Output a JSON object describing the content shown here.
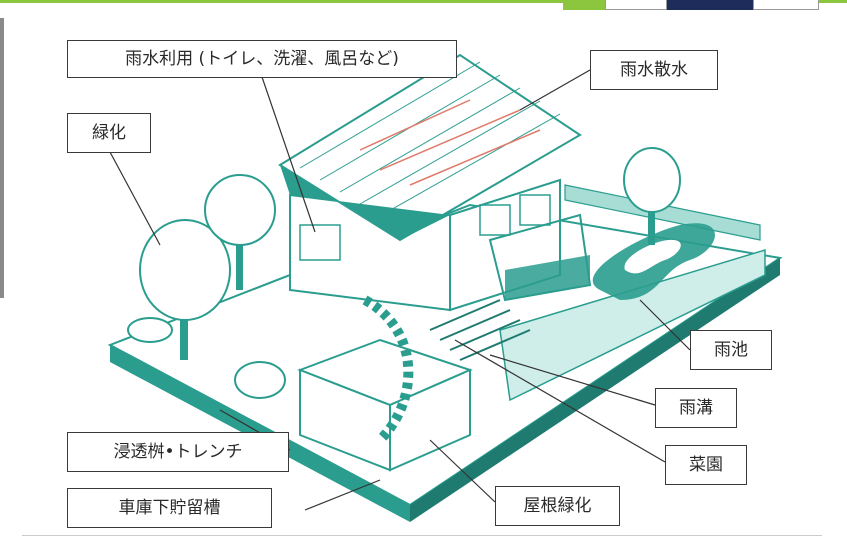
{
  "labels": {
    "rainwater_use": "雨水利用 (トイレ、洗濯、風呂など)",
    "rainwater_sprinkling": "雨水散水",
    "greening": "緑化",
    "rain_pond": "雨池",
    "rain_ditch": "雨溝",
    "vegetable_garden": "菜園",
    "infiltration": "浸透桝•トレンチ",
    "garage_storage": "車庫下貯留槽",
    "roof_greening": "屋根緑化"
  },
  "colors": {
    "teal": "#2a9d8f",
    "teal_light": "#a8ddd6",
    "teal_dark": "#1f7a70",
    "accent_green": "#8cc63f",
    "navy": "#1d2c5a",
    "pipe_red": "#e07a6a"
  }
}
